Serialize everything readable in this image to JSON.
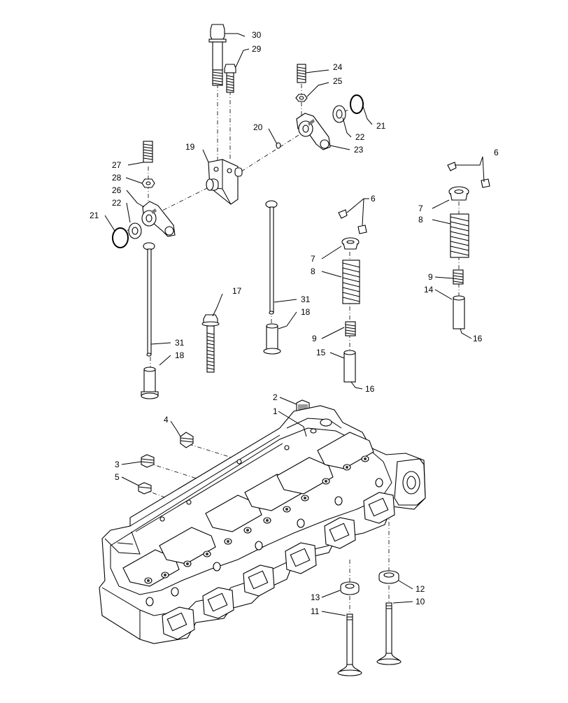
{
  "callouts": {
    "c30": "30",
    "c29": "29",
    "c24": "24",
    "c25": "25",
    "c21a": "21",
    "c22a": "22",
    "c23": "23",
    "c20": "20",
    "c19": "19",
    "c27": "27",
    "c28": "28",
    "c26": "26",
    "c22b": "22",
    "c21b": "21",
    "c6a": "6",
    "c7a": "7",
    "c8a": "8",
    "c9a": "9",
    "c14": "14",
    "c16a": "16",
    "c6b": "6",
    "c7b": "7",
    "c8b": "8",
    "c17": "17",
    "c31a": "31",
    "c18a": "18",
    "c9b": "9",
    "c15": "15",
    "c16b": "16",
    "c31b": "31",
    "c18b": "18",
    "c2": "2",
    "c1": "1",
    "c4": "4",
    "c3": "3",
    "c5": "5",
    "c12": "12",
    "c10": "10",
    "c13": "13",
    "c11": "11"
  }
}
